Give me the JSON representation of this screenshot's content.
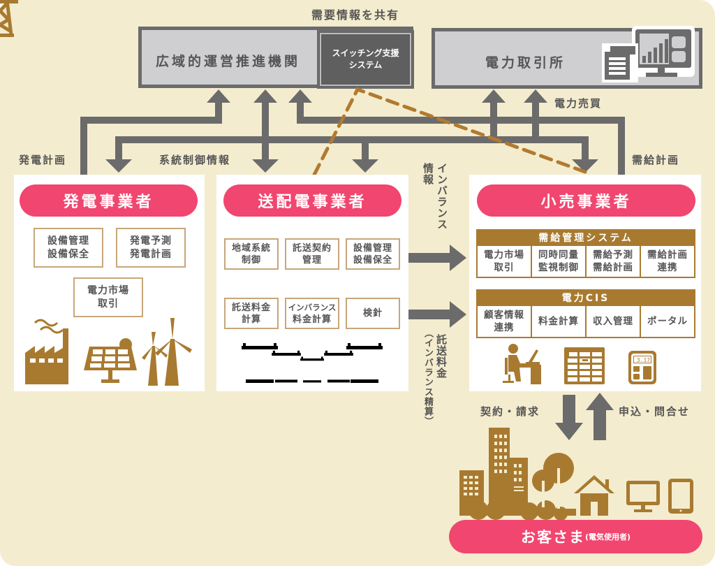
{
  "labels": {
    "share_demand": "需要情報を共有",
    "power_trading": "電力売買",
    "generation_plan": "発電計画",
    "grid_control_info": "系統制御情報",
    "supply_demand_plan": "需給計画",
    "imbalance_info_col1": "情報",
    "imbalance_info_col2": "インバランス",
    "wheeling_fee_col1": "託送料金",
    "wheeling_fee_col2": "（インバランス精算）",
    "contract_billing": "契約・請求",
    "apply_inquiry": "申込・問合せ"
  },
  "top": {
    "occto": "広域的運営推進機関",
    "switching_line1": "スイッチング支援",
    "switching_line2": "システム",
    "jepx": "電力取引所"
  },
  "generator": {
    "title": "発電事業者",
    "cells": [
      {
        "l1": "設備管理",
        "l2": "設備保全"
      },
      {
        "l1": "発電予測",
        "l2": "発電計画"
      },
      {
        "l1": "電力市場",
        "l2": "取引"
      }
    ],
    "icons": [
      "factory-icon",
      "solar-panel-icon",
      "wind-turbine-icon"
    ]
  },
  "transmission": {
    "title": "送配電事業者",
    "cells": [
      {
        "l1": "地域系統",
        "l2": "制御"
      },
      {
        "l1": "託送契約",
        "l2": "管理"
      },
      {
        "l1": "設備管理",
        "l2": "設備保全"
      },
      {
        "l1": "託送料金",
        "l2": "計算"
      },
      {
        "l1": "インバランス",
        "l2": "料金計算"
      },
      {
        "l1": "検針",
        "l2": ""
      }
    ]
  },
  "retailer": {
    "title": "小売事業者",
    "supply_system": {
      "title": "需給管理システム",
      "cells": [
        {
          "l1": "電力市場",
          "l2": "取引"
        },
        {
          "l1": "同時同量",
          "l2": "監視制御"
        },
        {
          "l1": "需給予測",
          "l2": "需給計画"
        },
        {
          "l1": "需給計画",
          "l2": "連携"
        }
      ]
    },
    "cis": {
      "title": "電力CIS",
      "cells": [
        {
          "l1": "顧客情報",
          "l2": "連携"
        },
        {
          "l1": "料金計算",
          "l2": ""
        },
        {
          "l1": "収入管理",
          "l2": ""
        },
        {
          "l1": "ポータル",
          "l2": ""
        }
      ]
    },
    "calculator_display": "3.17"
  },
  "customer": {
    "title": "お客さま",
    "subtitle": "(電気使用者)"
  },
  "colors": {
    "background": "#f4ecce",
    "arrow_gray": "#6b6b6b",
    "pill_pink": "#f1466f",
    "icon_brown": "#a87a30",
    "cell_border": "#c7a67a",
    "top_box": "#cfcfd1",
    "switch_box": "#5f5f5f"
  }
}
